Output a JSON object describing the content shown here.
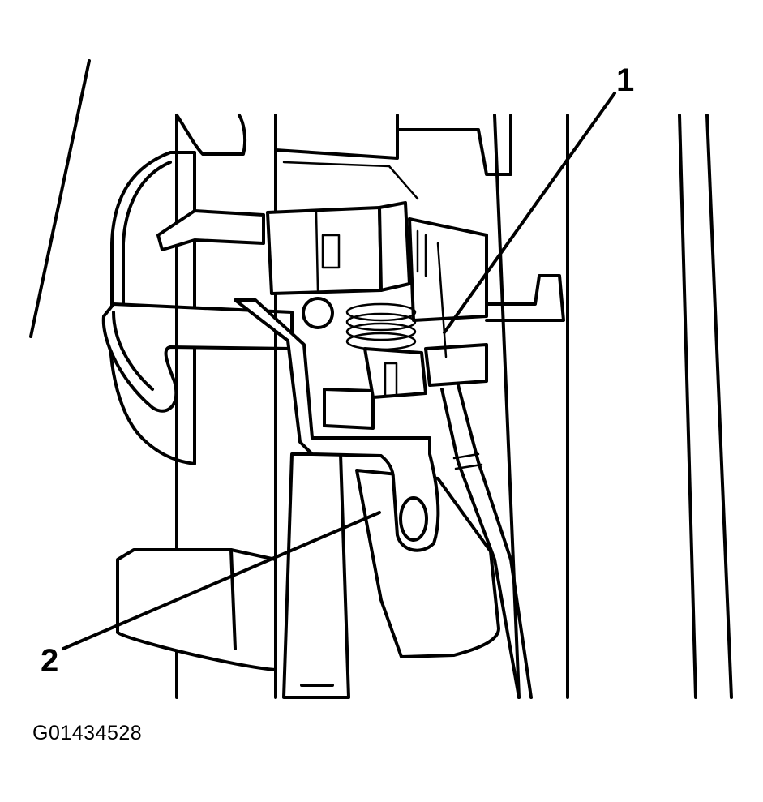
{
  "callouts": {
    "one": "1",
    "two": "2"
  },
  "figure_id": "G01434528",
  "colors": {
    "line": "#000000",
    "background": "#ffffff"
  }
}
